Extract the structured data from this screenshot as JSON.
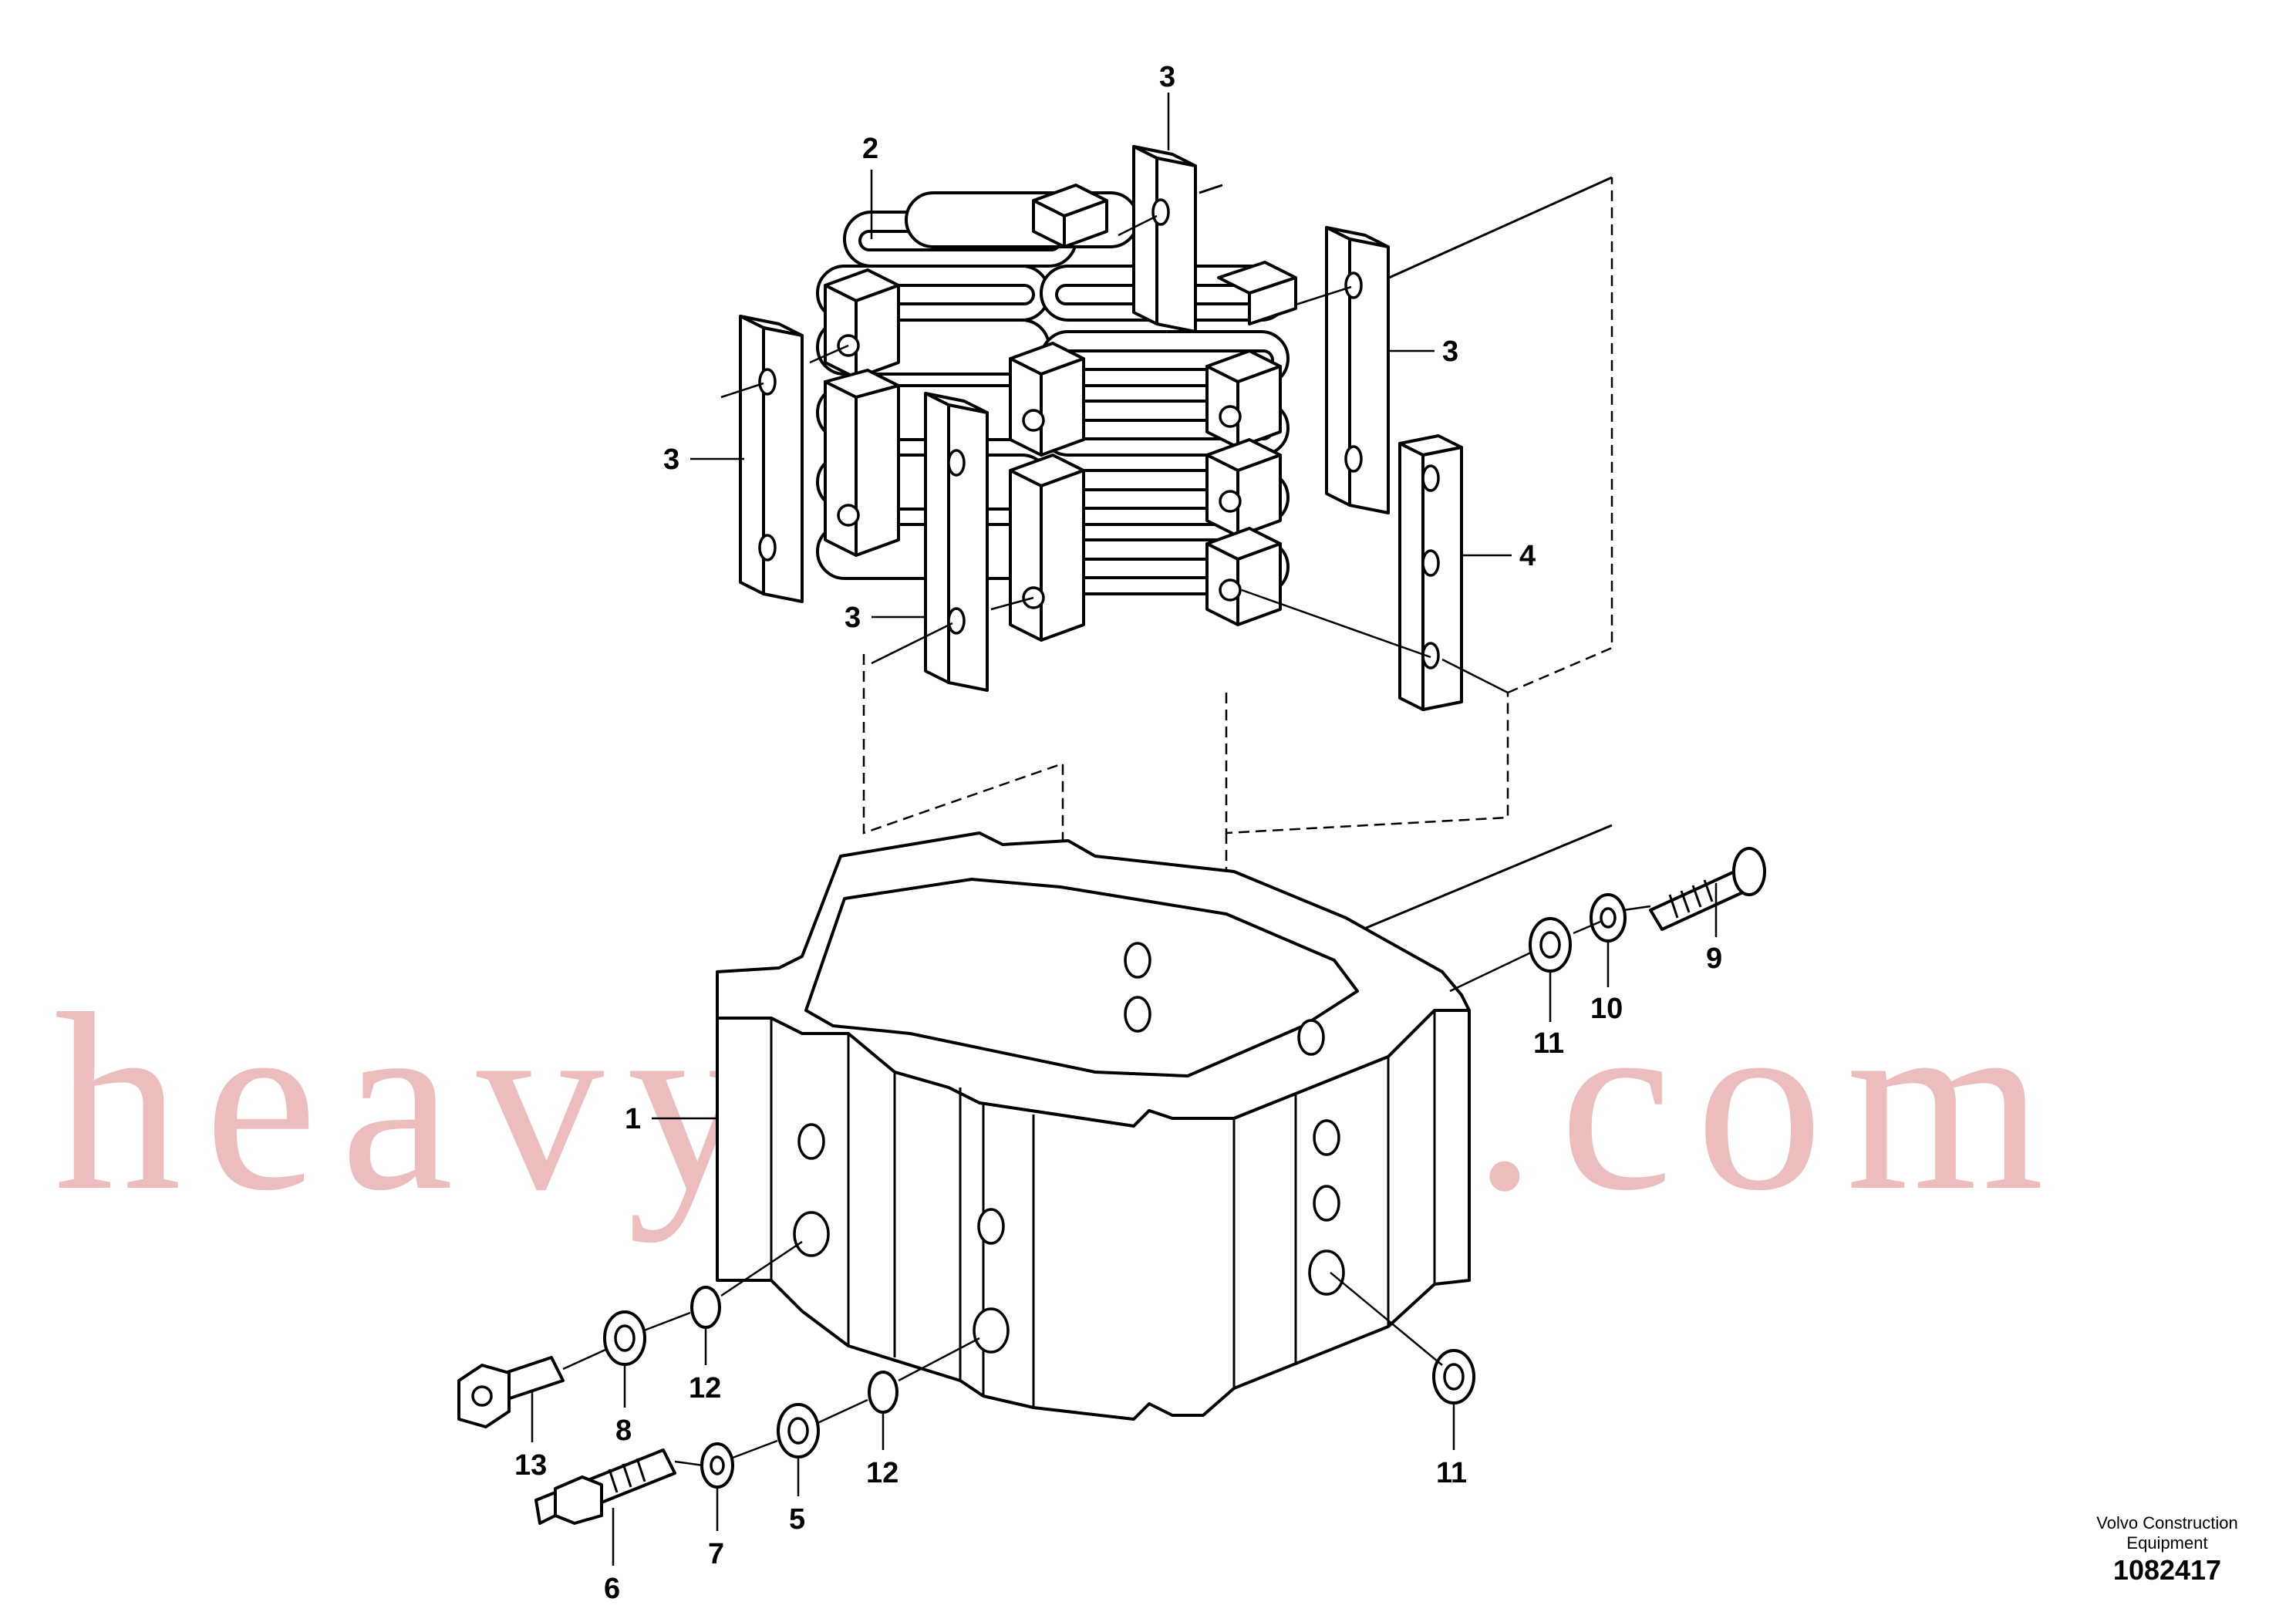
{
  "watermark": "heavyvolvo.com",
  "brand_line1": "Volvo Construction",
  "brand_line2": "Equipment",
  "document_number": "1082417",
  "callouts": {
    "c1": "1",
    "c2": "2",
    "c3a": "3",
    "c3b": "3",
    "c3c": "3",
    "c3d": "3",
    "c4": "4",
    "c5": "5",
    "c6": "6",
    "c7": "7",
    "c8": "8",
    "c9": "9",
    "c10": "10",
    "c11a": "11",
    "c11b": "11",
    "c12a": "12",
    "c12b": "12",
    "c13": "13"
  }
}
